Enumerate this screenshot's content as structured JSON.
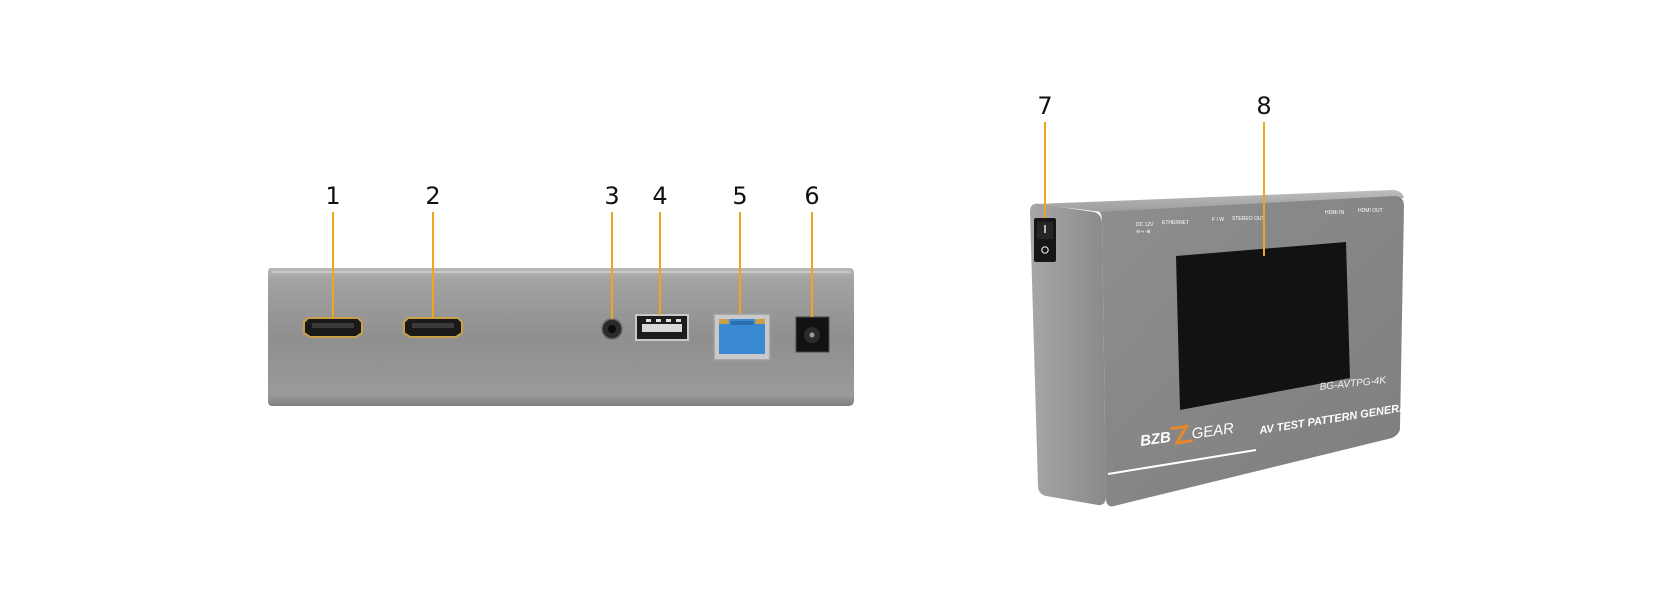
{
  "colors": {
    "callout_line": "#f2a51a",
    "chassis": "#8d8d8e",
    "screen": "#121212",
    "ethernet_blue": "#3a8ad3",
    "hdmi_gold": "#c9a04a",
    "brand_accent": "#e8862a"
  },
  "callouts": [
    {
      "id": "1",
      "label": "1"
    },
    {
      "id": "2",
      "label": "2"
    },
    {
      "id": "3",
      "label": "3"
    },
    {
      "id": "4",
      "label": "4"
    },
    {
      "id": "5",
      "label": "5"
    },
    {
      "id": "6",
      "label": "6"
    },
    {
      "id": "7",
      "label": "7"
    },
    {
      "id": "8",
      "label": "8"
    }
  ],
  "device": {
    "port_labels": {
      "dc": "DC 12V",
      "dc_symbol": "⊖-◐-⊕",
      "ethernet": "ETHERNET",
      "fw": "F / W",
      "stereo": "STEREO OUT",
      "hdmi_in": "HDMI IN",
      "hdmi_out": "HDMI OUT"
    },
    "model": "BG-AVTPG-4K",
    "brand_left": "BZB",
    "brand_right": "GEAR",
    "tagline": "AV TEST PATTERN GENERATOR"
  },
  "icons": {
    "hdmi": "hdmi-port-icon",
    "audio": "audio-jack-icon",
    "usb": "usb-port-icon",
    "ethernet": "ethernet-port-icon",
    "dc": "dc-power-jack-icon",
    "switch": "power-switch-icon",
    "screen": "touch-screen-icon"
  }
}
